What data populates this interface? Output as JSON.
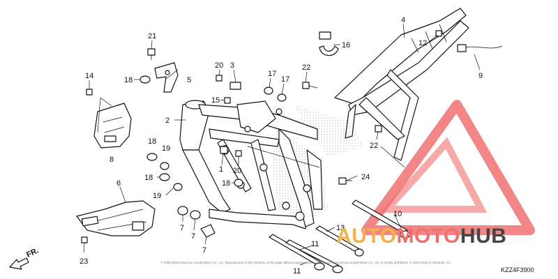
{
  "diagram": {
    "parts": [
      "1",
      "2",
      "3",
      "4",
      "5",
      "6",
      "7",
      "8",
      "9",
      "10",
      "11",
      "12",
      "13",
      "14",
      "15",
      "16",
      "17",
      "18",
      "19",
      "20",
      "21",
      "22",
      "23",
      "24"
    ],
    "direction_label": "FR.",
    "diagram_code": "KZZ4F3900",
    "copyright": "© 2009-2019 American Honda Motor Co., Inc. Reproduction of the contents of this page without express written permission of American Honda Motor Co., Inc. is strictly prohibited. © 2004-2019 Arl Network, Inc.",
    "watermark": {
      "text_left": "AUTO",
      "text_mid": "MOTO",
      "text_right": "HUB",
      "colors": {
        "red": "#f07070",
        "orange": "#f5b24a",
        "dark": "#444444"
      }
    }
  }
}
